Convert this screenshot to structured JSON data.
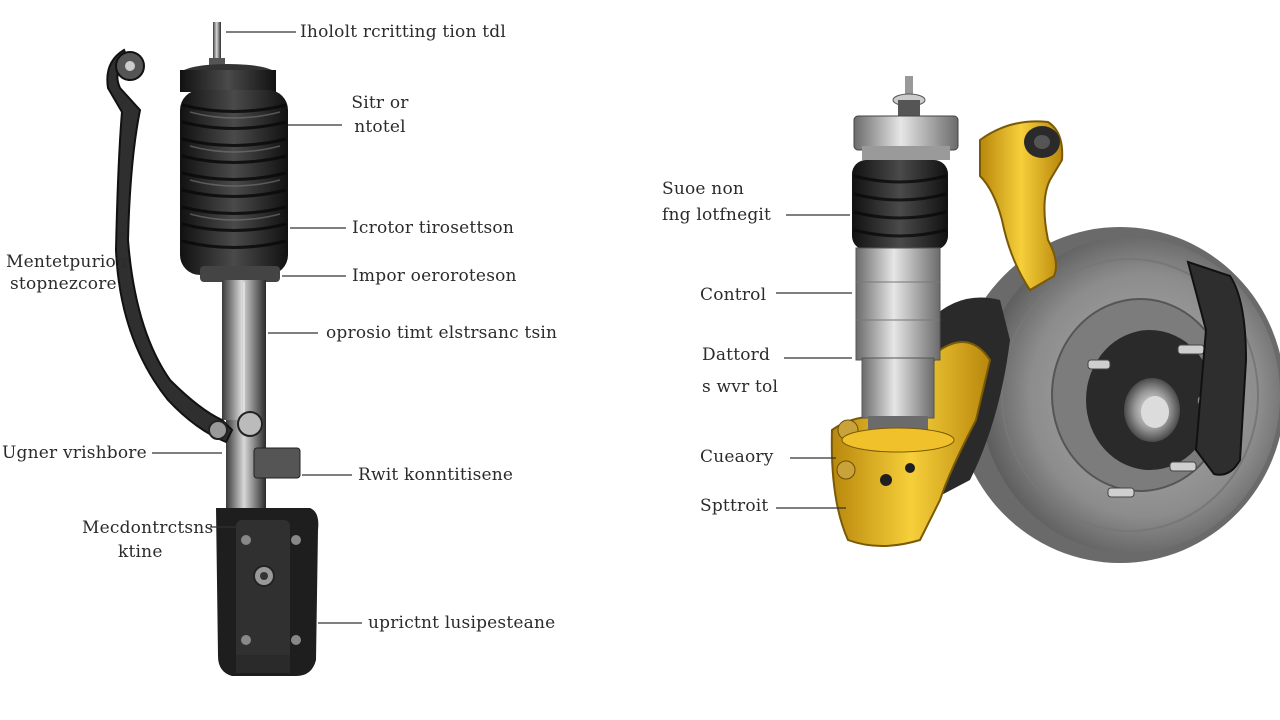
{
  "left_diagram": {
    "labels": {
      "top_rod": "Ihololt rcritting tion tdl",
      "boot_1": "Sitr or",
      "boot_2": "ntotel",
      "bellows_lower": "Icrotor tirosettson",
      "bump_stop": "Impor oeroroteson",
      "shaft": "oprosio timt elstrsanc tsin",
      "arm_1": "Mentetpurion",
      "arm_2": "stopnezcore",
      "upper": "Ugner vrishbore",
      "bracket": "Rwit konntitisene",
      "mount_1": "Mecdontrctsns",
      "mount_2": "ktine",
      "bottom": "uprictnt lusipesteane"
    }
  },
  "right_diagram": {
    "labels": {
      "top_1": "Suoe non",
      "top_2": "fng lotfnegit",
      "control": "Control",
      "mid_1": "Dattord",
      "mid_2": "s wvr tol",
      "cuesory": "Cueaory",
      "spttroit": "Spttroit"
    }
  },
  "colors": {
    "background": "#ffffff",
    "label_text": "#2b2b2b",
    "leader_line": "#333333",
    "knuckle_yellow": "#f0c12a",
    "rubber_boot": "#2a2a2a",
    "rotor_grey": "#8a8a8a"
  }
}
